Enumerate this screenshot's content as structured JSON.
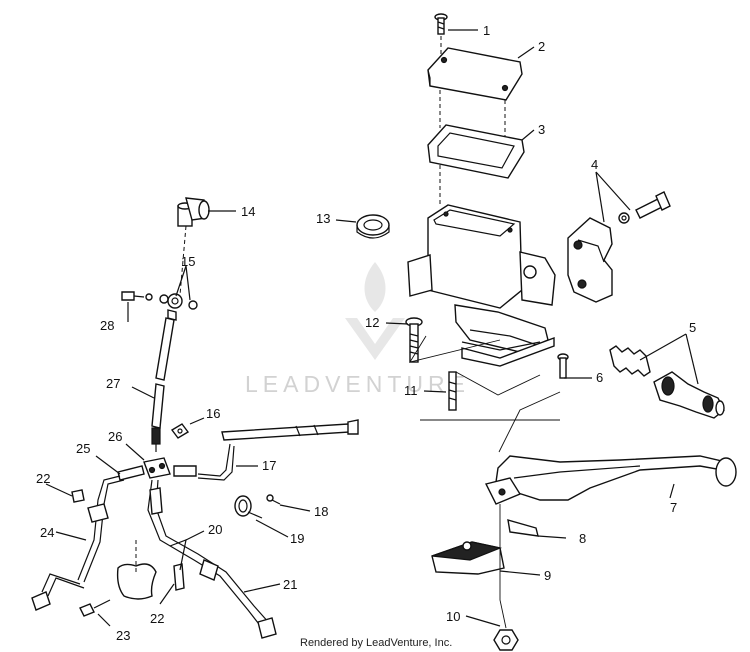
{
  "callouts": [
    "1",
    "2",
    "3",
    "4",
    "5",
    "6",
    "7",
    "8",
    "9",
    "10",
    "11",
    "12",
    "13",
    "14",
    "15",
    "16",
    "17",
    "18",
    "19",
    "20",
    "21",
    "22",
    "22",
    "23",
    "24",
    "25",
    "26",
    "27",
    "28"
  ],
  "watermark": {
    "brand": "LEADVENTURE"
  },
  "footer": {
    "credit": "Rendered by LeadVenture, Inc."
  },
  "icons": [
    "leadventure-logo-icon"
  ]
}
